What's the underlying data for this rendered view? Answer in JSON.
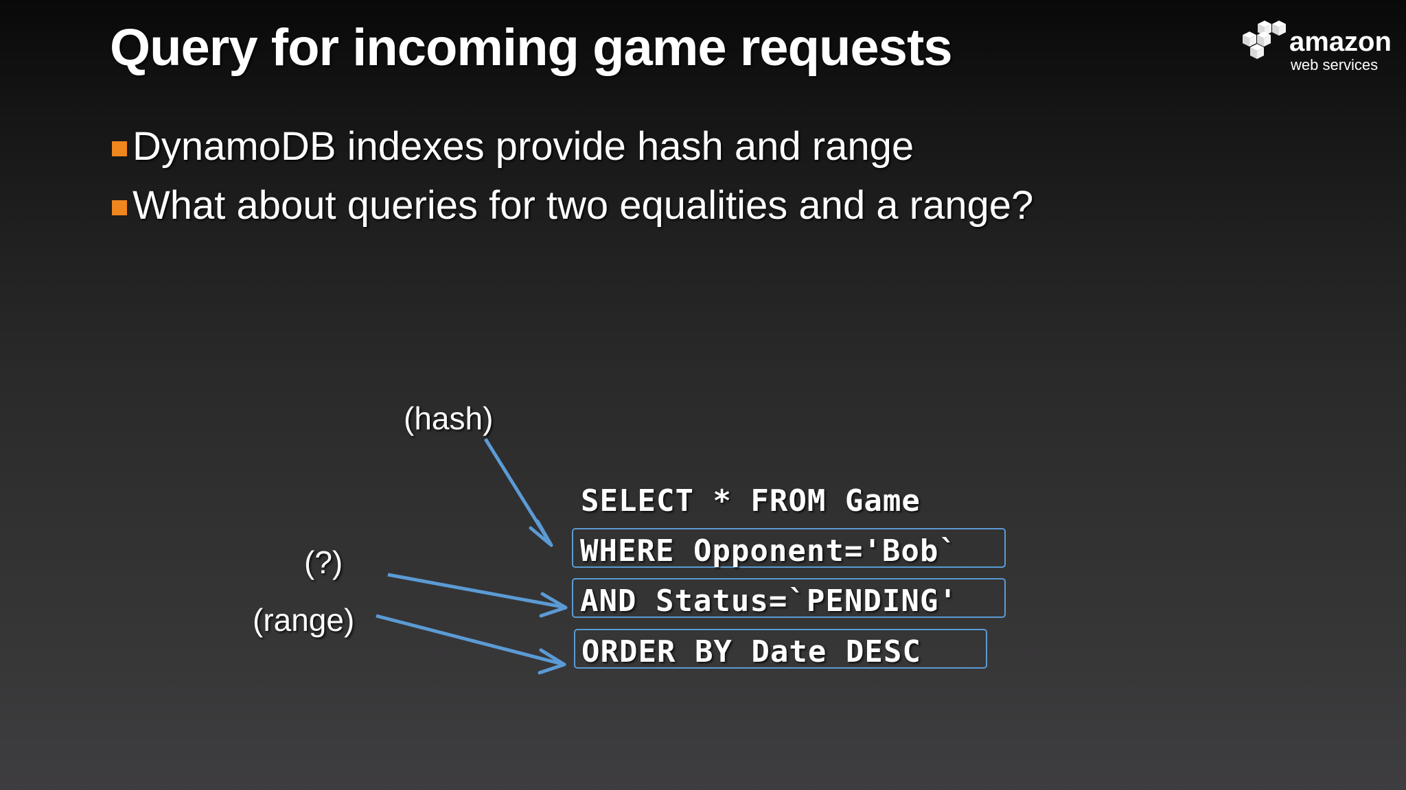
{
  "slide": {
    "title": "Query for incoming game requests",
    "accent_orange": "#F0861E",
    "accent_blue": "#5B9BD5",
    "background_top": "#090909",
    "background_bottom": "#3e3d40"
  },
  "logo": {
    "brand": "amazon",
    "tagline": "web services",
    "icon_name": "aws-cubes-logo"
  },
  "bullets": [
    {
      "text": "DynamoDB indexes provide hash and range"
    },
    {
      "text": "What about queries for two equalities and a range?"
    }
  ],
  "code": {
    "lines": [
      {
        "text": "SELECT * FROM Game",
        "boxed": false
      },
      {
        "text": "WHERE Opponent='Bob`",
        "boxed": true
      },
      {
        "text": "AND Status=`PENDING'",
        "boxed": true
      },
      {
        "text": "ORDER BY Date DESC",
        "boxed": true
      }
    ]
  },
  "annotations": [
    {
      "label": "(hash)",
      "target_line": "WHERE Opponent='Bob`"
    },
    {
      "label": "(?)",
      "target_line": "AND Status=`PENDING'"
    },
    {
      "label": "(range)",
      "target_line": "ORDER BY Date DESC"
    }
  ]
}
